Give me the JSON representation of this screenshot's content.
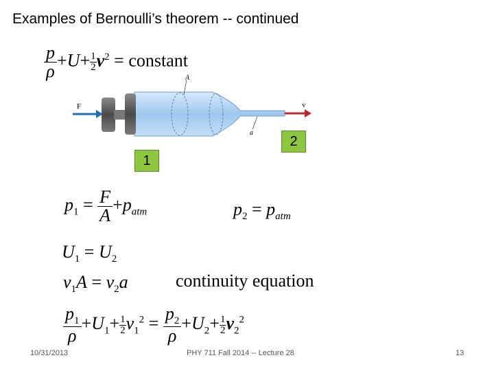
{
  "slide": {
    "title": "Examples of Bernoulli’s theorem -- continued",
    "label_1": "1",
    "label_2": "2",
    "eq_main_constant": "= constant",
    "eq_continuity_label": "continuity equation",
    "diagram": {
      "force_label": "F",
      "velocity_label": "v",
      "area_big": "A",
      "area_small": "a"
    }
  },
  "footer": {
    "date": "10/31/2013",
    "center": "PHY 711  Fall 2014 -- Lecture 28",
    "page": "13"
  },
  "colors": {
    "label_box": "#8dc63f",
    "arrow_blue": "#1f6fb5",
    "arrow_red": "#c0282d",
    "liquid": "#a9cdf0"
  }
}
